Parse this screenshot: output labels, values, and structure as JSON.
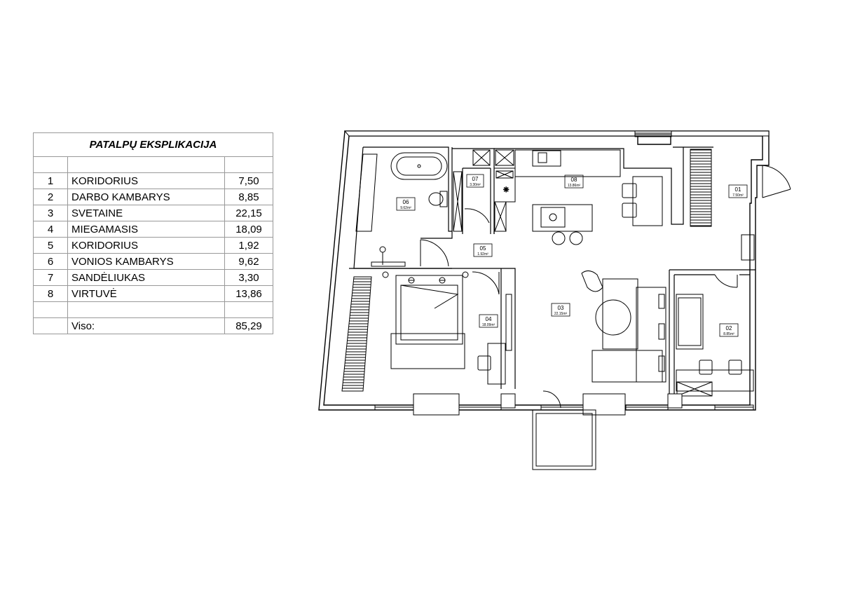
{
  "table": {
    "title": "PATALPŲ EKSPLIKACIJA",
    "rows": [
      {
        "num": "1",
        "name": "KORIDORIUS",
        "area": "7,50"
      },
      {
        "num": "2",
        "name": "DARBO KAMBARYS",
        "area": "8,85"
      },
      {
        "num": "3",
        "name": "SVETAINE",
        "area": "22,15"
      },
      {
        "num": "4",
        "name": "MIEGAMASIS",
        "area": "18,09"
      },
      {
        "num": "5",
        "name": "KORIDORIUS",
        "area": "1,92"
      },
      {
        "num": "6",
        "name": "VONIOS KAMBARYS",
        "area": "9,62"
      },
      {
        "num": "7",
        "name": "SANDĖLIUKAS",
        "area": "3,30"
      },
      {
        "num": "8",
        "name": "VIRTUVĖ",
        "area": "13,86"
      }
    ],
    "total_label": "Viso:",
    "total_area": "85,29"
  },
  "rooms": {
    "r01": {
      "num": "01",
      "area": "7.50m²"
    },
    "r02": {
      "num": "02",
      "area": "8.85m²"
    },
    "r03": {
      "num": "03",
      "area": "22.15m²"
    },
    "r04": {
      "num": "04",
      "area": "18.09m²"
    },
    "r05": {
      "num": "05",
      "area": "1.92m²"
    },
    "r06": {
      "num": "06",
      "area": "9.62m²"
    },
    "r07": {
      "num": "07",
      "area": "3.30m²"
    },
    "r08": {
      "num": "08",
      "area": "13.86m²"
    }
  },
  "colors": {
    "wall": "#000000",
    "line": "#333333",
    "border": "#999999"
  }
}
